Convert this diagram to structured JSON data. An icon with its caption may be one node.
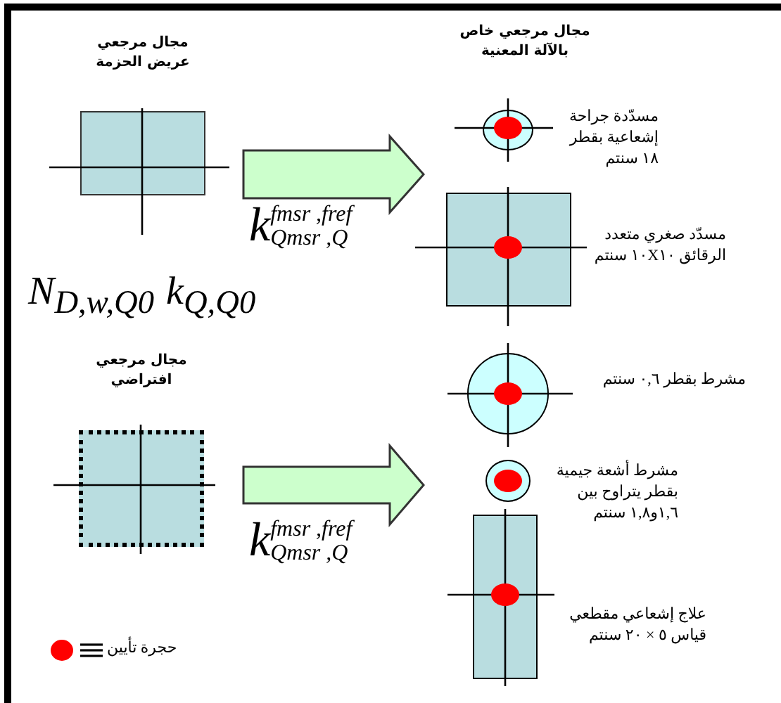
{
  "diagram": {
    "nodes": [
      {
        "text": [
          "مجال مرجعي عريض الحزمة"
        ]
      },
      {
        "text": [],
        "shape": "circle",
        "beside": [
          "مسدّدة جراحة إشعاعية بقطر ١٨ سنتم"
        ]
      },
      {
        "text": [],
        "shape": "box",
        "beside": [
          "مسدّد صغري متعدد الرقائق ١٠X١٠ سنتم"
        ]
      },
      {
        "text": [
          "مجال مرجعي افتراضي"
        ]
      },
      {
        "text": [],
        "shape": "circle",
        "beside": [
          "مشرط بقطر ٠,٦ سنتم"
        ]
      },
      {
        "text": [],
        "shape": "circle",
        "beside": [
          "مشرط أشعة جيمية بقطر يتراوح بين ١,٦و١,٨ سنتم"
        ]
      },
      {
        "text": [],
        "shape": "box",
        "beside": [
          "علاج إشعاعي مقطعي قياس ٥ × ٢٠ سنتم"
        ]
      }
    ],
    "edges": [
      {
        "from": 0,
        "to": null,
        "arrow": "to",
        "style": "thick",
        "label": "k$^{fmsr ,fref}$$_{Qmsr ,Q}$"
      },
      {
        "from": 3,
        "to": null,
        "arrow": "to",
        "style": "thick",
        "label": "k$^{fmsr ,fref}$$_{Qmsr ,Q}$"
      }
    ],
    "labels": [
      "مجال مرجعي خاص بالآلة المعنية",
      "N$_{D,w,Q0}$",
      "k$_{Q,Q0}$"
    ],
    "legend": [
      {
        "text": "حجرة تأيين",
        "color": "#ff0000"
      }
    ]
  }
}
